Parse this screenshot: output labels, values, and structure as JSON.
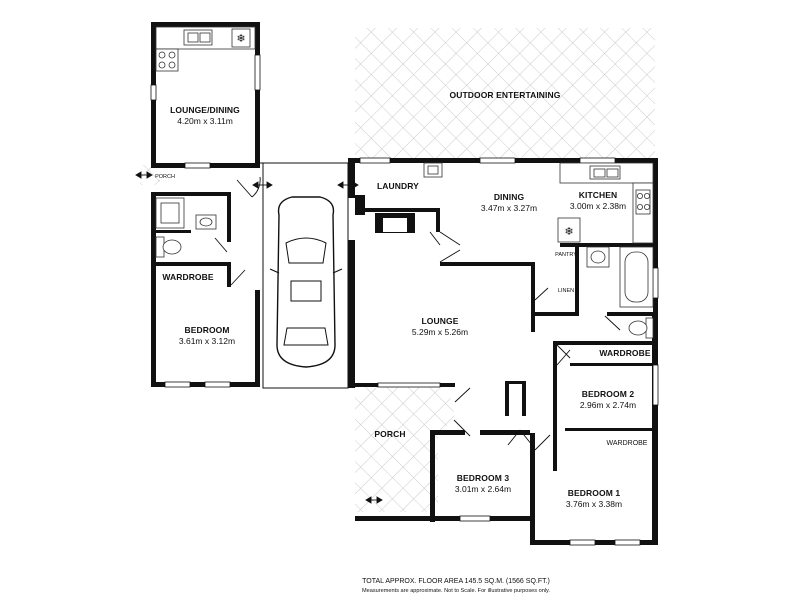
{
  "rooms": {
    "outdoor": {
      "name": "OUTDOOR ENTERTAINING"
    },
    "lounge_dining": {
      "name": "LOUNGE/DINING",
      "dims": "4.20m x 3.11m"
    },
    "porch_small": {
      "name": "PORCH"
    },
    "laundry": {
      "name": "LAUNDRY"
    },
    "dining": {
      "name": "DINING",
      "dims": "3.47m x 3.27m"
    },
    "kitchen": {
      "name": "KITCHEN",
      "dims": "3.00m x 2.38m"
    },
    "pantry": {
      "name": "PANTRY"
    },
    "linen": {
      "name": "LINEN"
    },
    "wardrobe_left": {
      "name": "WARDROBE"
    },
    "bedroom": {
      "name": "BEDROOM",
      "dims": "3.61m x 3.12m"
    },
    "lounge": {
      "name": "LOUNGE",
      "dims": "5.29m x 5.26m"
    },
    "wardrobe_b2": {
      "name": "WARDROBE"
    },
    "bedroom2": {
      "name": "BEDROOM 2",
      "dims": "2.96m x 2.74m"
    },
    "porch": {
      "name": "PORCH"
    },
    "wardrobe_b1": {
      "name": "WARDROBE"
    },
    "bedroom3": {
      "name": "BEDROOM 3",
      "dims": "3.01m x 2.64m"
    },
    "bedroom1": {
      "name": "BEDROOM 1",
      "dims": "3.76m x 3.38m"
    }
  },
  "footer": {
    "area": "TOTAL APPROX. FLOOR AREA 145.5 SQ.M. (1566 SQ.FT.)",
    "disclaimer": "Measurements are approximate. Not to Scale. For illustrative purposes only."
  }
}
